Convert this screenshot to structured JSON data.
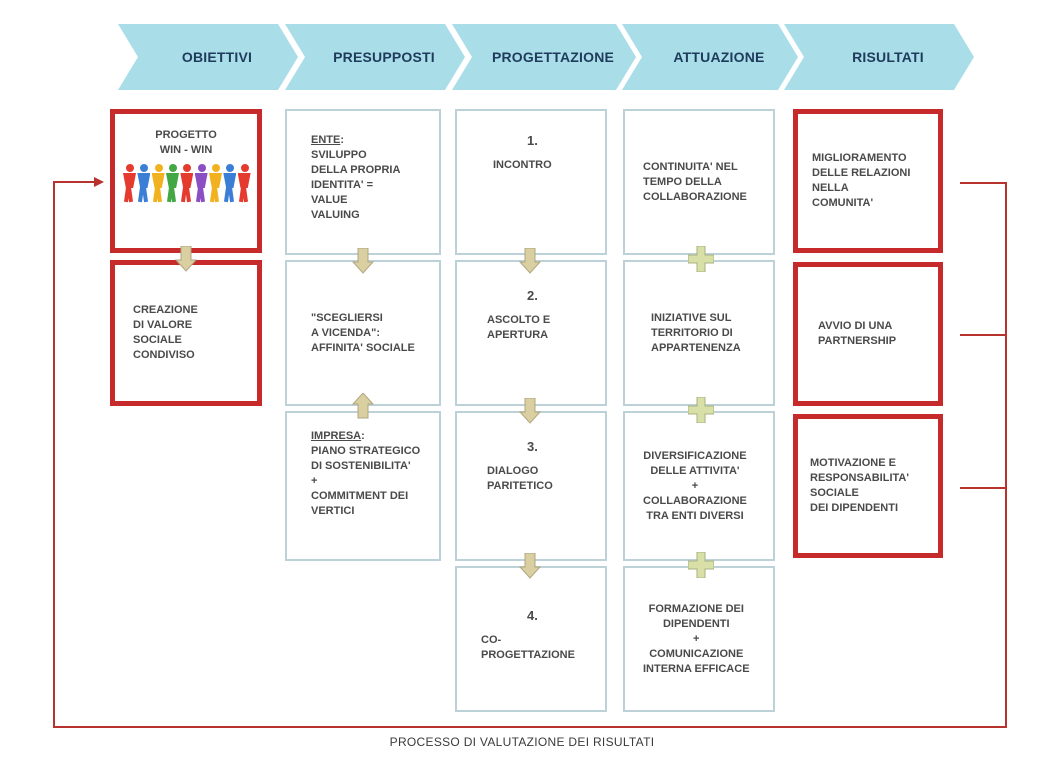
{
  "header": {
    "stages": [
      "OBIETTIVI",
      "PRESUPPOSTI",
      "PROGETTAZIONE",
      "ATTUAZIONE",
      "RISULTATI"
    ]
  },
  "obiettivi": {
    "box1": "PROGETTO\nWIN - WIN",
    "box2": "CREAZIONE\nDI VALORE\nSOCIALE\nCONDIVISO"
  },
  "presupposti": {
    "ente_label": "ENTE",
    "ente_text": "SVILUPPO\nDELLA PROPRIA\nIDENTITA' =\nVALUE\nVALUING",
    "middle": "\"SCEGLIERSI\nA VICENDA\":\nAFFINITA' SOCIALE",
    "impresa_label": "IMPRESA",
    "impresa_text": "PIANO STRATEGICO\nDI SOSTENIBILITA'\n+\nCOMMITMENT DEI\nVERTICI"
  },
  "progettazione": [
    {
      "num": "1.",
      "text": "INCONTRO"
    },
    {
      "num": "2.",
      "text": "ASCOLTO E\nAPERTURA"
    },
    {
      "num": "3.",
      "text": "DIALOGO\nPARITETICO"
    },
    {
      "num": "4.",
      "text": "CO-\nPROGETTAZIONE"
    }
  ],
  "attuazione": [
    "CONTINUITA' NEL\nTEMPO DELLA\nCOLLABORAZIONE",
    "INIZIATIVE SUL\nTERRITORIO DI\nAPPARTENENZA",
    "DIVERSIFICAZIONE\nDELLE ATTIVITA'\n+\nCOLLABORAZIONE\nTRA ENTI DIVERSI",
    "FORMAZIONE DEI\nDIPENDENTI\n+\nCOMUNICAZIONE\nINTERNA EFFICACE"
  ],
  "risultati": [
    "MIGLIORAMENTO\nDELLE RELAZIONI\nNELLA\nCOMUNITA'",
    "AVVIO DI UNA\nPARTNERSHIP",
    "MOTIVAZIONE E\nRESPONSABILITA'\nSOCIALE\nDEI DIPENDENTI"
  ],
  "footer": "PROCESSO DI VALUTAZIONE DEI RISULTATI",
  "colors": {
    "chevron": "#a9dde8",
    "box_border": "#bcd1d8",
    "red_border": "#c62a2a",
    "arrow_fill": "#d9cfa0",
    "plus_fill": "#d8e0a8",
    "feedback_line": "#b8322e"
  },
  "icons": {
    "people": "crowd-of-people-icon",
    "arrow": "down-arrow-icon",
    "plus": "plus-icon"
  }
}
